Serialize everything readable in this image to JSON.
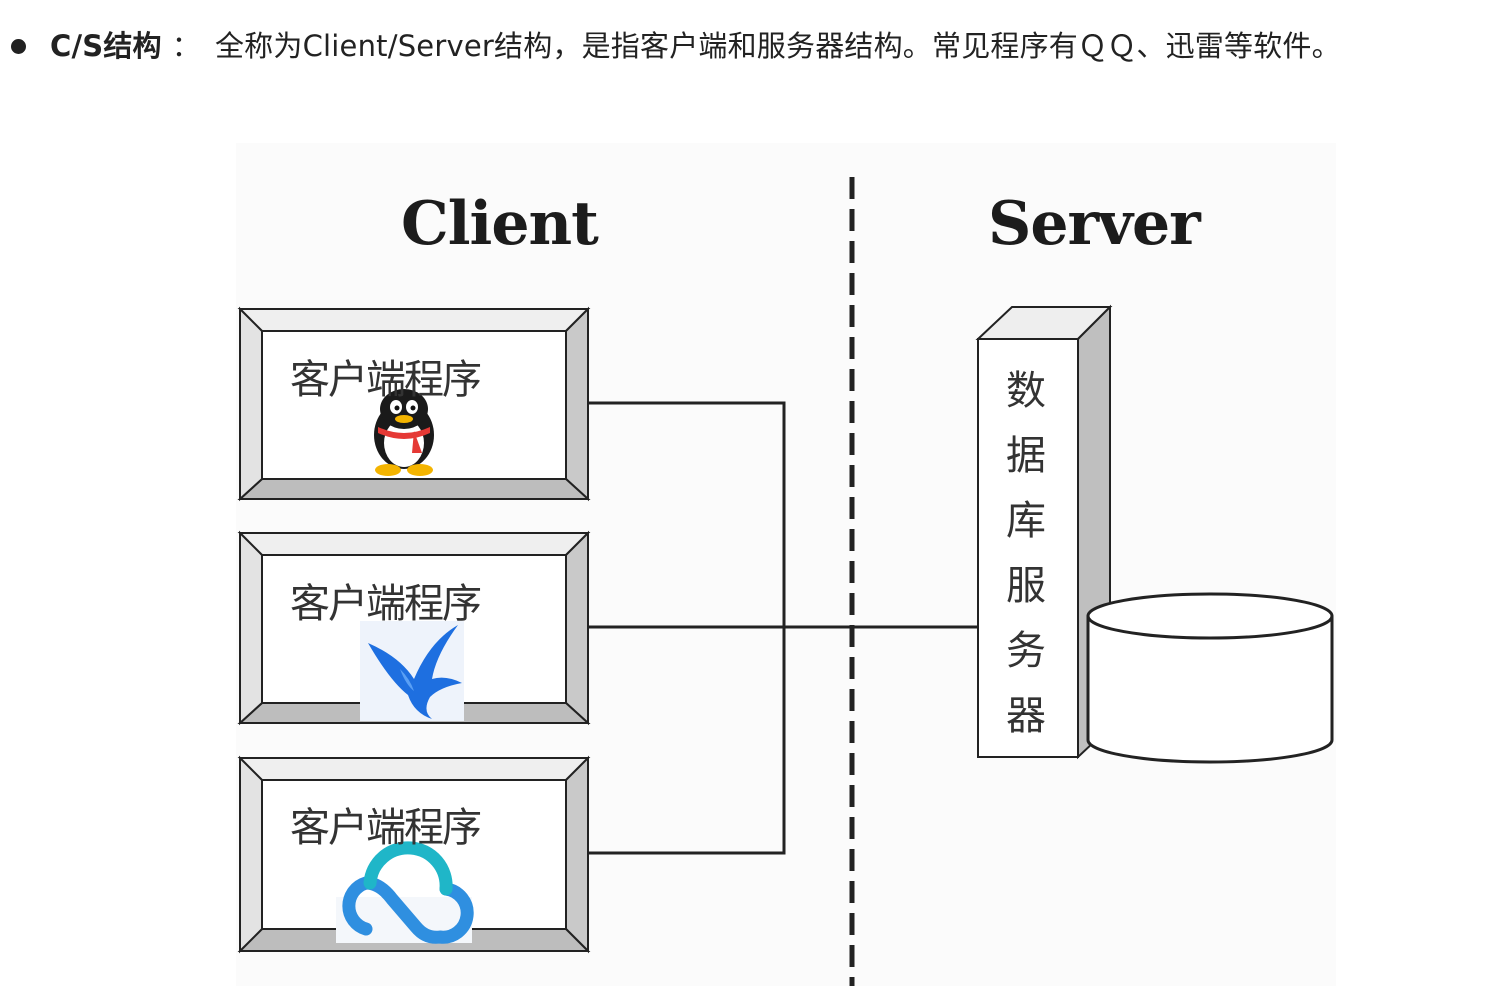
{
  "bullet": {
    "term": "C/S结构",
    "colon": "：",
    "description": "全称为Client/Server结构，是指客户端和服务器结构。常见程序有ＱＱ、迅雷等软件。"
  },
  "diagram": {
    "client_heading": "Client",
    "server_heading": "Server",
    "clients": [
      {
        "label": "客户端程序",
        "icon": "qq-penguin-icon"
      },
      {
        "label": "客户端程序",
        "icon": "xunlei-bird-icon"
      },
      {
        "label": "客户端程序",
        "icon": "baidu-cloud-icon"
      }
    ],
    "server_label_chars": [
      "数",
      "据",
      "库",
      "服",
      "务",
      "器"
    ],
    "database": "database-cylinder-icon",
    "colors": {
      "line": "#222222",
      "frame_outer": "#e6e6e6",
      "frame_shade": "#bdbdbd"
    }
  }
}
